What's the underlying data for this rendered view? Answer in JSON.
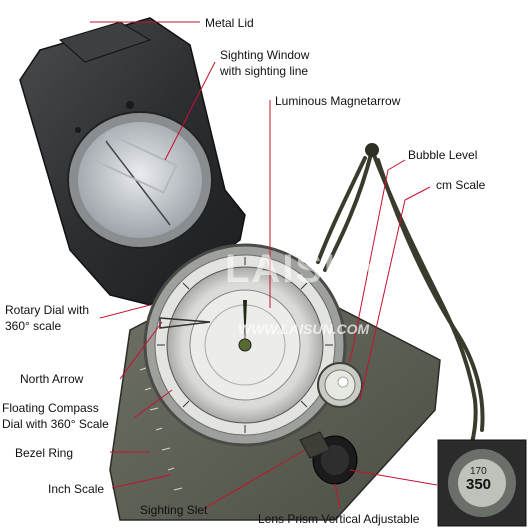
{
  "diagram": {
    "line_color": "#c8102e",
    "label_color": "#111111",
    "labels": {
      "metal_lid": "Metal Lid",
      "sighting_window_1": "Sighting Window",
      "sighting_window_2": "with sighting line",
      "luminous_magnetarrow": "Luminous Magnetarrow",
      "bubble_level": "Bubble Level",
      "cm_scale": "cm Scale",
      "rotary_dial_1": "Rotary Dial with",
      "rotary_dial_2": "360° scale",
      "north_arrow": "North Arrow",
      "floating_compass_1": "Floating Compass",
      "floating_compass_2": "Dial with 360° Scale",
      "bezel_ring": "Bezel Ring",
      "inch_scale": "Inch Scale",
      "sighting_slet": "Sighting Slet",
      "lens_prism": "Lens Prism Vertical Adjustable"
    },
    "watermark": {
      "brand": "LAISUN",
      "url": "WWW.LAISUN.COM"
    },
    "inset": {
      "reading_top": "170",
      "reading_main": "350"
    }
  }
}
